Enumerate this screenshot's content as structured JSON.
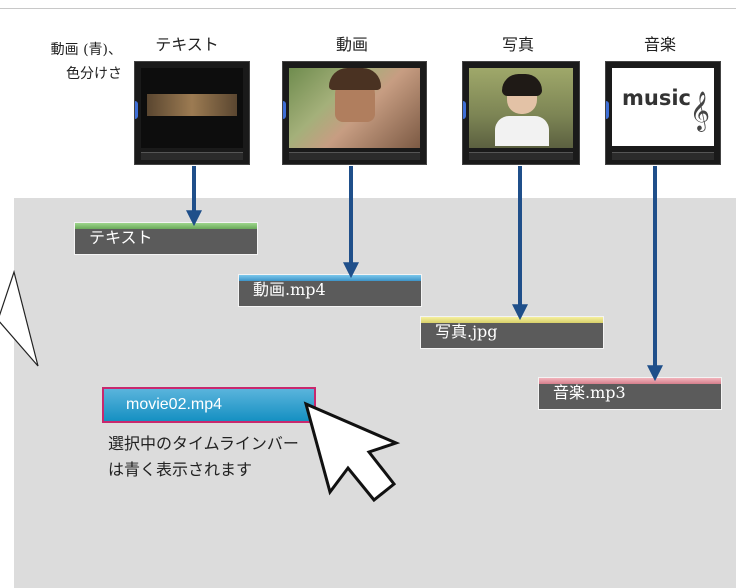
{
  "intro": {
    "line1": "動画 (青)、",
    "line2": "色分けさ"
  },
  "categories": [
    {
      "label": "テキスト"
    },
    {
      "label": "動画"
    },
    {
      "label": "写真"
    },
    {
      "label": "音楽",
      "thumb_text": "music"
    }
  ],
  "timeline": {
    "bars": [
      {
        "label": "テキスト",
        "stripe_color": "#7cbf6a"
      },
      {
        "label": "動画.mp4",
        "stripe_color": "#4aa6d6"
      },
      {
        "label": "写真.jpg",
        "stripe_color": "#e8e27a"
      },
      {
        "label": "音楽.mp3",
        "stripe_color": "#e0909c"
      }
    ],
    "selected": {
      "label": "movie02.mp4"
    },
    "caption_line1": "選択中のタイムラインバー",
    "caption_line2": "は青く表示されます"
  },
  "colors": {
    "arrow": "#1f4f8a",
    "selected_border": "#c8286e",
    "selected_fill": "#1590c2",
    "workspace": "#dcdcdc"
  }
}
